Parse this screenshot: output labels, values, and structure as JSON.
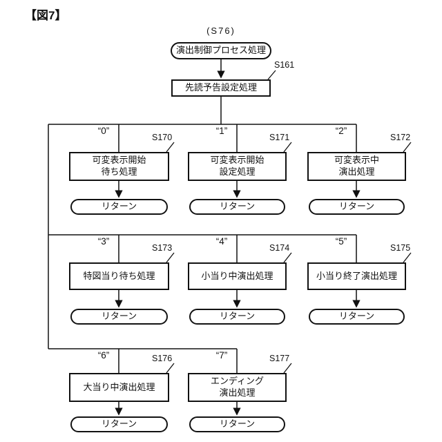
{
  "figure": {
    "label": "【図7】"
  },
  "flow": {
    "entry_step": "(S76)",
    "entry_label": "演出制御プロセス処理",
    "setup_step": "S161",
    "setup_label": "先読予告設定処理"
  },
  "branches": [
    {
      "case": "“0”",
      "step": "S170",
      "label": "可変表示開始\n待ち処理",
      "return_label": "リターン"
    },
    {
      "case": "“1”",
      "step": "S171",
      "label": "可変表示開始\n設定処理",
      "return_label": "リターン"
    },
    {
      "case": "“2”",
      "step": "S172",
      "label": "可変表示中\n演出処理",
      "return_label": "リターン"
    },
    {
      "case": "“3”",
      "step": "S173",
      "label": "特図当り待ち処理",
      "return_label": "リターン"
    },
    {
      "case": "“4”",
      "step": "S174",
      "label": "小当り中演出処理",
      "return_label": "リターン"
    },
    {
      "case": "“5”",
      "step": "S175",
      "label": "小当り終了演出処理",
      "return_label": "リターン"
    },
    {
      "case": "“6”",
      "step": "S176",
      "label": "大当り中演出処理",
      "return_label": "リターン"
    },
    {
      "case": "“7”",
      "step": "S177",
      "label": "エンディング\n演出処理",
      "return_label": "リターン"
    }
  ]
}
